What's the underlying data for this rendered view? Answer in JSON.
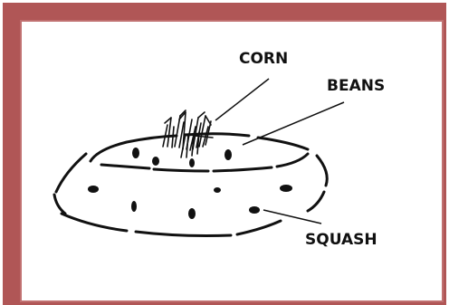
{
  "labels": {
    "corn": "CORN",
    "beans": "BEANS",
    "squash": "SQUASH"
  },
  "colors": {
    "frame": "#b05656",
    "ink": "#111111",
    "background": "#ffffff"
  }
}
